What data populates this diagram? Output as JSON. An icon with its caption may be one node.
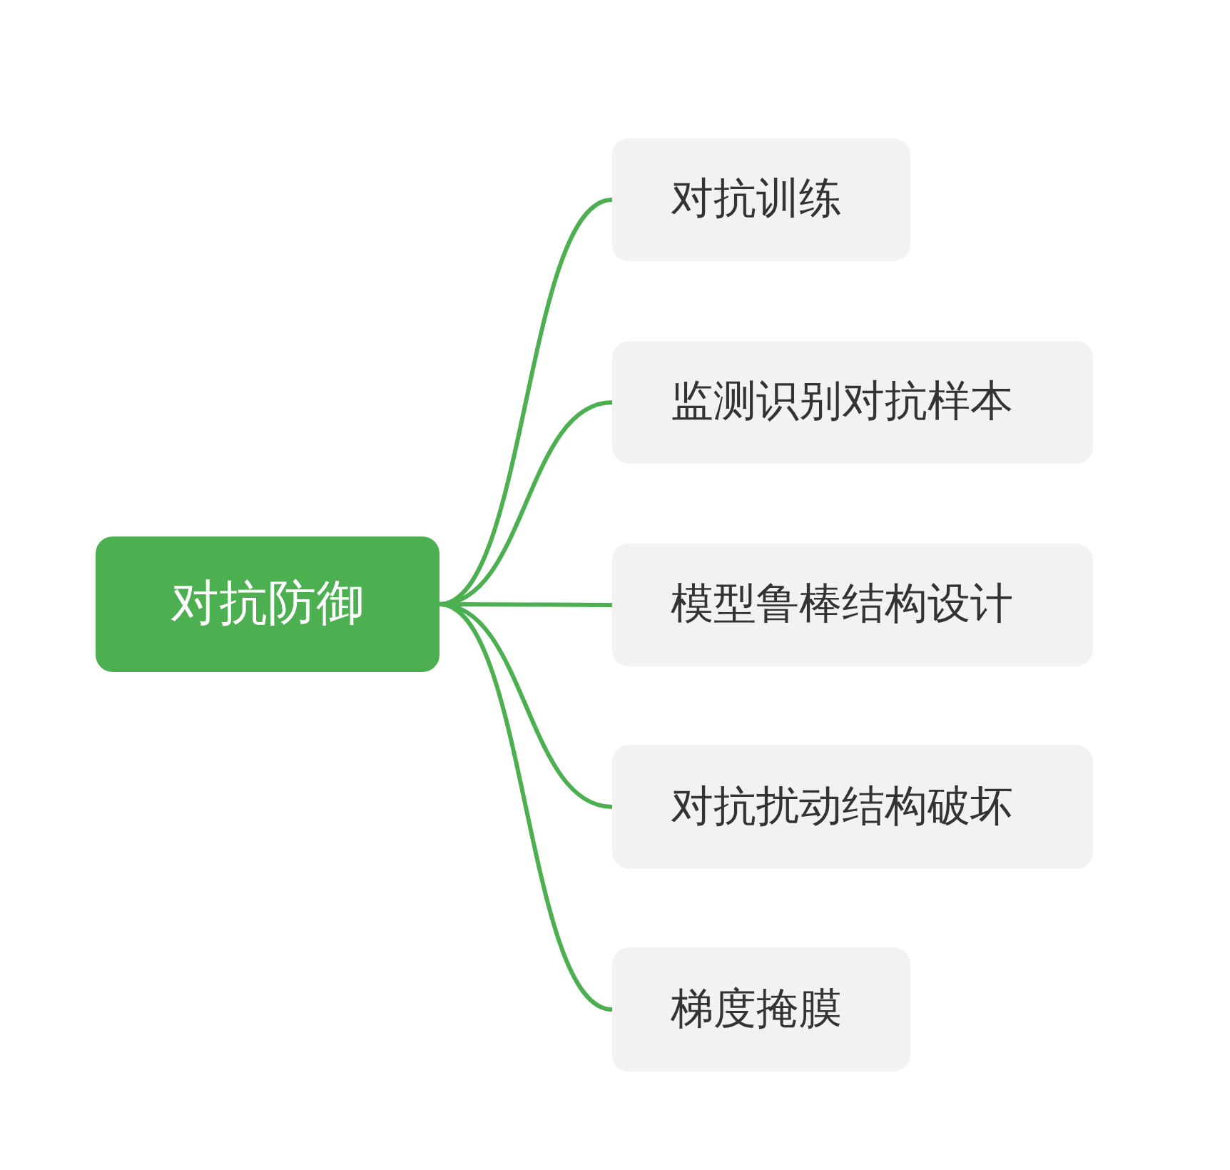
{
  "diagram": {
    "nodes": [
      {
        "text": [
          "对抗防御"
        ]
      },
      {
        "text": [
          "对抗训练"
        ]
      },
      {
        "text": [
          "监测识别对抗样本"
        ]
      },
      {
        "text": [
          "模型鲁棒结构设计"
        ]
      },
      {
        "text": [
          "对抗扰动结构破坏"
        ]
      },
      {
        "text": [
          "梯度掩膜"
        ]
      }
    ],
    "edges": [
      {
        "from": 0,
        "to": 1,
        "arrow": "none"
      },
      {
        "from": 0,
        "to": 2,
        "arrow": "none"
      },
      {
        "from": 0,
        "to": 3,
        "arrow": "none"
      },
      {
        "from": 0,
        "to": 4,
        "arrow": "none"
      },
      {
        "from": 0,
        "to": 5,
        "arrow": "none"
      }
    ]
  }
}
